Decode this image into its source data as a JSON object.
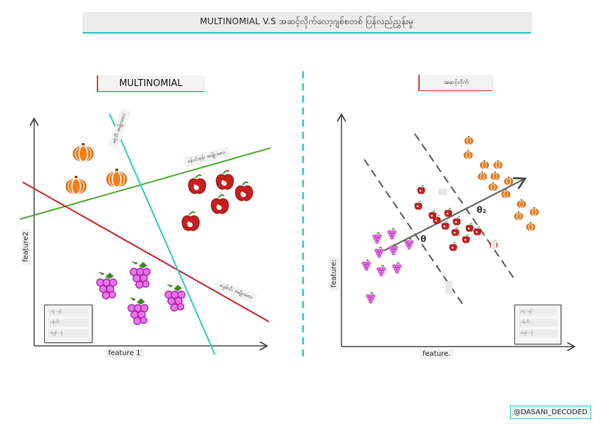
{
  "title": "MULTINOMIAL V.S အဆင့်လိုက်လော့ဂျစ်စတစ် ပြန်လည်ညွှန်းမှု",
  "left_panel": {
    "tag": "MULTINOMIAL",
    "x_label": "feature 1",
    "y_label": "feature2",
    "green_line_label": "မန်ပင်အုန်း အမျိုးအစား",
    "red_line_label": "စပျစ်သီး အမျိုးအစား",
    "cyan_line_label": "ဖရုံသီး အမျိုးအစား",
    "legend": [
      "ဖရုံ - နှင့်",
      "ပန်းသီး",
      "စပျစ် - ခွဲ"
    ],
    "classes": [
      {
        "name": "pumpkin",
        "color": "#f07e1a"
      },
      {
        "name": "apple",
        "color": "#c81e1e"
      },
      {
        "name": "grape",
        "color": "#cc33cc"
      }
    ]
  },
  "right_panel": {
    "tag": "အဆင့်လိုက်",
    "x_label": "feature.",
    "y_label": "feature:",
    "theta_1": "θ",
    "theta_2": "θ₂",
    "legend": [
      "ဖရုံ - နှင့်",
      "ပန်းသီး",
      "စပျစ် - ခွဲ"
    ]
  },
  "signature": "@DASANI_DECODED",
  "colors": {
    "accent": "#2bc6c4",
    "green_line": "#4aa82e",
    "red_line": "#c61f2a",
    "cyan_line": "#27c9c9",
    "axis": "#444444"
  }
}
